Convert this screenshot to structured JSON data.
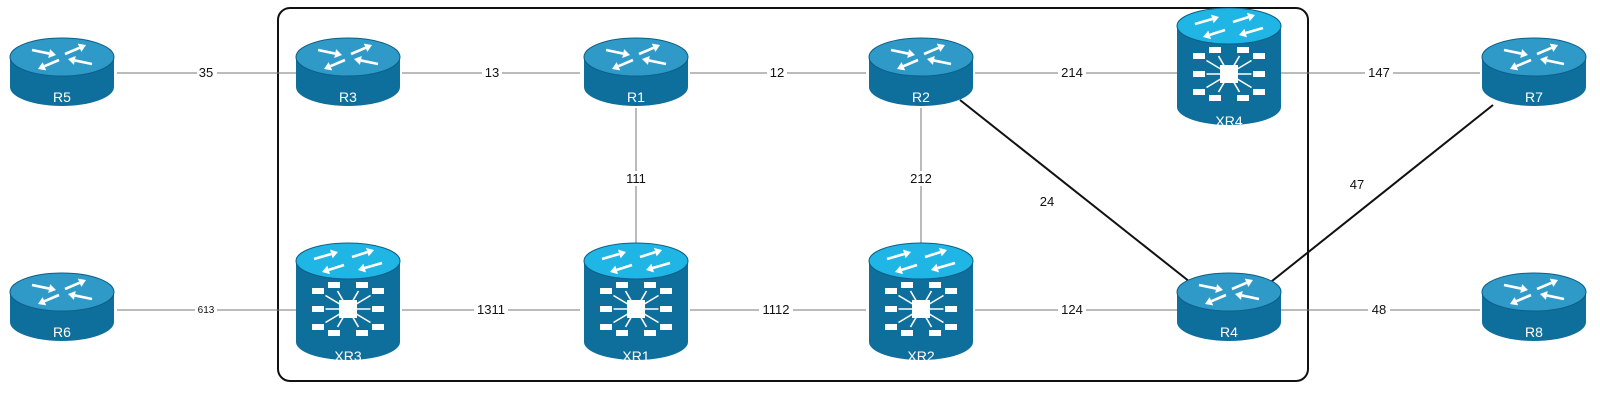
{
  "colors": {
    "device_body": "#0e6f9c",
    "device_side": "#0a5a82",
    "router_top": "#2f9ac8",
    "switch_top": "#1fb6e6",
    "line": "#111111",
    "thin_line": "#777777",
    "boundary": "#111111"
  },
  "nodes": {
    "r5": {
      "label": "R5",
      "kind": "router",
      "icon": "router-icon"
    },
    "r6": {
      "label": "R6",
      "kind": "router",
      "icon": "router-icon"
    },
    "r3": {
      "label": "R3",
      "kind": "router",
      "icon": "router-icon"
    },
    "r1": {
      "label": "R1",
      "kind": "router",
      "icon": "router-icon"
    },
    "r2": {
      "label": "R2",
      "kind": "router",
      "icon": "router-icon"
    },
    "xr4": {
      "label": "XR4",
      "kind": "switch-router",
      "icon": "switch-router-icon"
    },
    "r7": {
      "label": "R7",
      "kind": "router",
      "icon": "router-icon"
    },
    "xr3": {
      "label": "XR3",
      "kind": "switch-router",
      "icon": "switch-router-icon"
    },
    "xr1": {
      "label": "XR1",
      "kind": "switch-router",
      "icon": "switch-router-icon"
    },
    "xr2": {
      "label": "XR2",
      "kind": "switch-router",
      "icon": "switch-router-icon"
    },
    "r4": {
      "label": "R4",
      "kind": "router",
      "icon": "router-icon"
    },
    "r8": {
      "label": "R8",
      "kind": "router",
      "icon": "router-icon"
    }
  },
  "links": [
    {
      "id": "35",
      "from": "r5",
      "to": "r3",
      "label": "35"
    },
    {
      "id": "13",
      "from": "r3",
      "to": "r1",
      "label": "13"
    },
    {
      "id": "12",
      "from": "r1",
      "to": "r2",
      "label": "12"
    },
    {
      "id": "214",
      "from": "r2",
      "to": "xr4",
      "label": "214"
    },
    {
      "id": "147",
      "from": "xr4",
      "to": "r7",
      "label": "147"
    },
    {
      "id": "111",
      "from": "r1",
      "to": "xr1",
      "label": "111"
    },
    {
      "id": "212",
      "from": "r2",
      "to": "xr2",
      "label": "212"
    },
    {
      "id": "24",
      "from": "r2",
      "to": "r4",
      "label": "24"
    },
    {
      "id": "47",
      "from": "r4",
      "to": "r7",
      "label": "47"
    },
    {
      "id": "613",
      "from": "r6",
      "to": "xr3",
      "label": "613"
    },
    {
      "id": "1311",
      "from": "xr3",
      "to": "xr1",
      "label": "1311"
    },
    {
      "id": "1112",
      "from": "xr1",
      "to": "xr2",
      "label": "1112"
    },
    {
      "id": "124",
      "from": "xr2",
      "to": "r4",
      "label": "124"
    },
    {
      "id": "48",
      "from": "r4",
      "to": "r8",
      "label": "48"
    }
  ]
}
